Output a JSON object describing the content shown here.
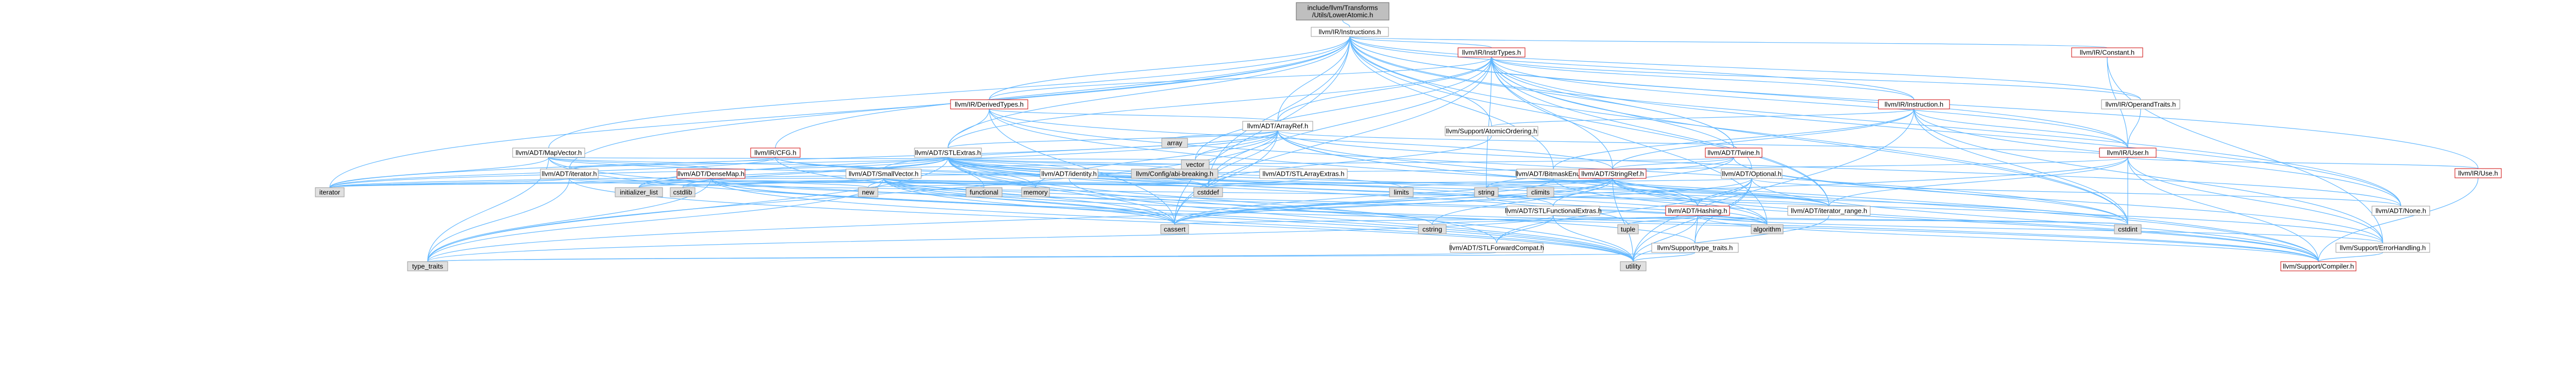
{
  "root": "include/llvm/Transforms/Utils/LowerAtomic.h",
  "nodes": {
    "root": "include/llvm/Transforms/Utils/LowerAtomic.h",
    "instructions": "llvm/IR/Instructions.h",
    "derivedtypes": "llvm/IR/DerivedTypes.h",
    "constant": "llvm/IR/Constant.h",
    "instrtypes": "llvm/IR/InstrTypes.h",
    "instruction": "llvm/IR/Instruction.h",
    "operandtraits": "llvm/IR/OperandTraits.h",
    "arrayref": "llvm/ADT/ArrayRef.h",
    "atomicordering": "llvm/Support/AtomicOrdering.h",
    "mapvector": "llvm/ADT/MapVector.h",
    "cfg": "llvm/IR/CFG.h",
    "stlextras": "llvm/ADT/STLExtras.h",
    "twine": "llvm/ADT/Twine.h",
    "user": "llvm/IR/User.h",
    "use": "llvm/IR/Use.h",
    "iterator": "llvm/ADT/iterator.h",
    "densemap": "llvm/ADT/DenseMap.h",
    "smallvector": "llvm/ADT/SmallVector.h",
    "identity": "llvm/ADT/identity.h",
    "config": "llvm/Config/abi-breaking.h",
    "stlarrayextras": "llvm/ADT/STLArrayExtras.h",
    "bitmaskenum": "llvm/ADT/BitmaskEnum.h",
    "stringref": "llvm/ADT/StringRef.h",
    "optional": "llvm/ADT/Optional.h",
    "iteratorrange": "llvm/ADT/iterator_range.h",
    "none": "llvm/ADT/None.h",
    "stlfunctional": "llvm/ADT/STLFunctionalExtras.h",
    "hashing": "llvm/ADT/Hashing.h",
    "forwardcompat": "llvm/ADT/STLForwardCompat.h",
    "typetraits_llvm": "llvm/Support/type_traits.h",
    "errorhandling": "llvm/Support/ErrorHandling.h",
    "compiler": "llvm/Support/Compiler.h",
    "array": "array",
    "vector": "vector",
    "iterator_std": "iterator",
    "initializer_list": "initializer_list",
    "cstdlib": "cstdlib",
    "new": "new",
    "functional": "functional",
    "memory": "memory",
    "cstddef": "cstddef",
    "limits": "limits",
    "climits": "climits",
    "string": "string",
    "cassert": "cassert",
    "cstring": "cstring",
    "tuple": "tuple",
    "algorithm": "algorithm",
    "cstdint": "cstdint",
    "type_traits": "type_traits",
    "utility": "utility"
  },
  "colors": {
    "edge": "#63b8ff",
    "red_border": "#cc0000",
    "grey_fill": "#e0e0e0",
    "root_fill": "#bfbfbf"
  },
  "edges": [
    [
      "root",
      "instructions"
    ],
    [
      "instructions",
      "derivedtypes"
    ],
    [
      "instructions",
      "constant"
    ],
    [
      "instructions",
      "instrtypes"
    ],
    [
      "instructions",
      "instruction"
    ],
    [
      "instructions",
      "operandtraits"
    ],
    [
      "instructions",
      "arrayref"
    ],
    [
      "instructions",
      "atomicordering"
    ],
    [
      "instructions",
      "mapvector"
    ],
    [
      "instructions",
      "cfg"
    ],
    [
      "instructions",
      "stlextras"
    ],
    [
      "instructions",
      "twine"
    ],
    [
      "instructions",
      "user"
    ],
    [
      "instructions",
      "use"
    ],
    [
      "instructions",
      "iterator"
    ],
    [
      "instructions",
      "bitmaskenum"
    ],
    [
      "instructions",
      "iteratorrange"
    ],
    [
      "instructions",
      "none"
    ],
    [
      "instructions",
      "cassert"
    ],
    [
      "instructions",
      "cstddef"
    ],
    [
      "instructions",
      "cstdint"
    ],
    [
      "instructions",
      "iterator_std"
    ],
    [
      "instrtypes",
      "derivedtypes"
    ],
    [
      "instrtypes",
      "instruction"
    ],
    [
      "instrtypes",
      "operandtraits"
    ],
    [
      "instrtypes",
      "user"
    ],
    [
      "instrtypes",
      "arrayref"
    ],
    [
      "instrtypes",
      "stlextras"
    ],
    [
      "instrtypes",
      "stringref"
    ],
    [
      "instrtypes",
      "optional"
    ],
    [
      "instrtypes",
      "twine"
    ],
    [
      "instrtypes",
      "iteratorrange"
    ],
    [
      "instrtypes",
      "none"
    ],
    [
      "instrtypes",
      "algorithm"
    ],
    [
      "instrtypes",
      "cassert"
    ],
    [
      "instrtypes",
      "cstddef"
    ],
    [
      "instrtypes",
      "cstdint"
    ],
    [
      "instrtypes",
      "string"
    ],
    [
      "instrtypes",
      "vector"
    ],
    [
      "derivedtypes",
      "arrayref"
    ],
    [
      "derivedtypes",
      "stlextras"
    ],
    [
      "derivedtypes",
      "stringref"
    ],
    [
      "derivedtypes",
      "compiler"
    ],
    [
      "derivedtypes",
      "cassert"
    ],
    [
      "derivedtypes",
      "cstdint"
    ],
    [
      "constant",
      "user"
    ],
    [
      "constant",
      "errorhandling"
    ],
    [
      "instruction",
      "bitmaskenum"
    ],
    [
      "instruction",
      "stringref"
    ],
    [
      "instruction",
      "user"
    ],
    [
      "instruction",
      "atomicordering"
    ],
    [
      "instruction",
      "none"
    ],
    [
      "instruction",
      "cstdint"
    ],
    [
      "instruction",
      "utility"
    ],
    [
      "instruction",
      "errorhandling"
    ],
    [
      "operandtraits",
      "user"
    ],
    [
      "user",
      "use"
    ],
    [
      "user",
      "arrayref"
    ],
    [
      "user",
      "iteratorrange"
    ],
    [
      "user",
      "compiler"
    ],
    [
      "user",
      "errorhandling"
    ],
    [
      "user",
      "cassert"
    ],
    [
      "user",
      "cstdint"
    ],
    [
      "user",
      "iterator_std"
    ],
    [
      "use",
      "compiler"
    ],
    [
      "arrayref",
      "hashing"
    ],
    [
      "arrayref",
      "none"
    ],
    [
      "arrayref",
      "smallvector"
    ],
    [
      "arrayref",
      "stlextras"
    ],
    [
      "arrayref",
      "compiler"
    ],
    [
      "arrayref",
      "algorithm"
    ],
    [
      "arrayref",
      "array"
    ],
    [
      "arrayref",
      "cassert"
    ],
    [
      "arrayref",
      "cstddef"
    ],
    [
      "arrayref",
      "initializer_list"
    ],
    [
      "arrayref",
      "iterator_std"
    ],
    [
      "arrayref",
      "memory"
    ],
    [
      "arrayref",
      "type_traits"
    ],
    [
      "arrayref",
      "vector"
    ],
    [
      "atomicordering",
      "cstddef"
    ],
    [
      "mapvector",
      "densemap"
    ],
    [
      "mapvector",
      "smallvector"
    ],
    [
      "mapvector",
      "cassert"
    ],
    [
      "mapvector",
      "cstddef"
    ],
    [
      "mapvector",
      "iterator_std"
    ],
    [
      "mapvector",
      "type_traits"
    ],
    [
      "mapvector",
      "utility"
    ],
    [
      "mapvector",
      "vector"
    ],
    [
      "cfg",
      "iterator"
    ],
    [
      "cfg",
      "iteratorrange"
    ],
    [
      "cfg",
      "cassert"
    ],
    [
      "cfg",
      "cstddef"
    ],
    [
      "cfg",
      "iterator_std"
    ],
    [
      "stlextras",
      "forwardcompat"
    ],
    [
      "stlextras",
      "stlarrayextras"
    ],
    [
      "stlextras",
      "stlfunctional"
    ],
    [
      "stlextras",
      "identity"
    ],
    [
      "stlextras",
      "iterator"
    ],
    [
      "stlextras",
      "iteratorrange"
    ],
    [
      "stlextras",
      "config"
    ],
    [
      "stlextras",
      "errorhandling"
    ],
    [
      "stlextras",
      "algorithm"
    ],
    [
      "stlextras",
      "cassert"
    ],
    [
      "stlextras",
      "cstddef"
    ],
    [
      "stlextras",
      "cstdint"
    ],
    [
      "stlextras",
      "cstdlib"
    ],
    [
      "stlextras",
      "functional"
    ],
    [
      "stlextras",
      "initializer_list"
    ],
    [
      "stlextras",
      "iterator_std"
    ],
    [
      "stlextras",
      "limits"
    ],
    [
      "stlextras",
      "memory"
    ],
    [
      "stlextras",
      "tuple"
    ],
    [
      "stlextras",
      "type_traits"
    ],
    [
      "stlextras",
      "utility"
    ],
    [
      "twine",
      "smallvector"
    ],
    [
      "twine",
      "stringref"
    ],
    [
      "twine",
      "errorhandling"
    ],
    [
      "twine",
      "cassert"
    ],
    [
      "twine",
      "cstdint"
    ],
    [
      "twine",
      "string"
    ],
    [
      "iterator",
      "iteratorrange"
    ],
    [
      "iterator",
      "cstddef"
    ],
    [
      "iterator",
      "iterator_std"
    ],
    [
      "iterator",
      "type_traits"
    ],
    [
      "iterator",
      "utility"
    ],
    [
      "densemap",
      "smallvector"
    ],
    [
      "densemap",
      "iterator_std"
    ],
    [
      "densemap",
      "algorithm"
    ],
    [
      "densemap",
      "cassert"
    ],
    [
      "densemap",
      "cstddef"
    ],
    [
      "densemap",
      "initializer_list"
    ],
    [
      "densemap",
      "new"
    ],
    [
      "densemap",
      "type_traits"
    ],
    [
      "densemap",
      "utility"
    ],
    [
      "densemap",
      "compiler"
    ],
    [
      "smallvector",
      "compiler"
    ],
    [
      "smallvector",
      "typetraits_llvm"
    ],
    [
      "smallvector",
      "algorithm"
    ],
    [
      "smallvector",
      "cassert"
    ],
    [
      "smallvector",
      "cstddef"
    ],
    [
      "smallvector",
      "cstdlib"
    ],
    [
      "smallvector",
      "cstring"
    ],
    [
      "smallvector",
      "functional"
    ],
    [
      "smallvector",
      "initializer_list"
    ],
    [
      "smallvector",
      "iterator_std"
    ],
    [
      "smallvector",
      "limits"
    ],
    [
      "smallvector",
      "memory"
    ],
    [
      "smallvector",
      "new"
    ],
    [
      "smallvector",
      "type_traits"
    ],
    [
      "smallvector",
      "utility"
    ],
    [
      "identity",
      "utility"
    ],
    [
      "stlarrayextras",
      "cstddef"
    ],
    [
      "bitmaskenum",
      "cassert"
    ],
    [
      "bitmaskenum",
      "compiler"
    ],
    [
      "stringref",
      "stlfunctional"
    ],
    [
      "stringref",
      "iteratorrange"
    ],
    [
      "stringref",
      "compiler"
    ],
    [
      "stringref",
      "algorithm"
    ],
    [
      "stringref",
      "cassert"
    ],
    [
      "stringref",
      "cstddef"
    ],
    [
      "stringref",
      "cstring"
    ],
    [
      "stringref",
      "limits"
    ],
    [
      "stringref",
      "string"
    ],
    [
      "stringref",
      "type_traits"
    ],
    [
      "stringref",
      "utility"
    ],
    [
      "stringref",
      "hashing"
    ],
    [
      "optional",
      "hashing"
    ],
    [
      "optional",
      "none"
    ],
    [
      "optional",
      "forwardcompat"
    ],
    [
      "optional",
      "compiler"
    ],
    [
      "optional",
      "typetraits_llvm"
    ],
    [
      "optional",
      "cassert"
    ],
    [
      "optional",
      "new"
    ],
    [
      "optional",
      "utility"
    ],
    [
      "iteratorrange",
      "utility"
    ],
    [
      "stlfunctional",
      "forwardcompat"
    ],
    [
      "stlfunctional",
      "cstdint"
    ],
    [
      "stlfunctional",
      "type_traits"
    ],
    [
      "stlfunctional",
      "utility"
    ],
    [
      "hashing",
      "errorhandling"
    ],
    [
      "hashing",
      "typetraits_llvm"
    ],
    [
      "hashing",
      "algorithm"
    ],
    [
      "hashing",
      "cassert"
    ],
    [
      "hashing",
      "cstring"
    ],
    [
      "hashing",
      "string"
    ],
    [
      "hashing",
      "tuple"
    ],
    [
      "hashing",
      "utility"
    ],
    [
      "hashing",
      "compiler"
    ],
    [
      "hashing",
      "cstdint"
    ],
    [
      "forwardcompat",
      "type_traits"
    ],
    [
      "typetraits_llvm",
      "type_traits"
    ],
    [
      "typetraits_llvm",
      "utility"
    ],
    [
      "errorhandling",
      "compiler"
    ]
  ]
}
